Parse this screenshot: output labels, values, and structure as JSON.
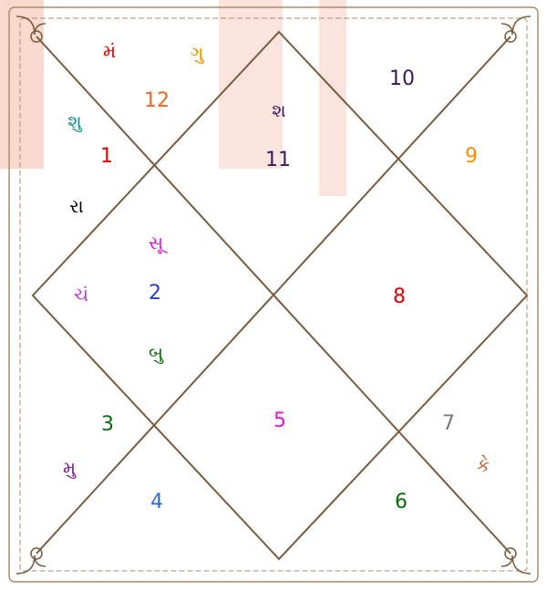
{
  "colors": {
    "line": "#7a5a3c",
    "border": "#b08a6a",
    "watermark": "#f6d2c6"
  },
  "houses": [
    {
      "id": "h1",
      "value": "1",
      "color": "#e30000"
    },
    {
      "id": "h2",
      "value": "2",
      "color": "#2a3bd1"
    },
    {
      "id": "h3",
      "value": "3",
      "color": "#0b6b0b"
    },
    {
      "id": "h4",
      "value": "4",
      "color": "#2d6bd3"
    },
    {
      "id": "h5",
      "value": "5",
      "color": "#e016d6"
    },
    {
      "id": "h6",
      "value": "6",
      "color": "#0b6b0b"
    },
    {
      "id": "h7",
      "value": "7",
      "color": "#777777"
    },
    {
      "id": "h8",
      "value": "8",
      "color": "#e30000"
    },
    {
      "id": "h9",
      "value": "9",
      "color": "#f29000"
    },
    {
      "id": "h10",
      "value": "10",
      "color": "#3a1a5a"
    },
    {
      "id": "h11",
      "value": "11",
      "color": "#3a1a5a"
    },
    {
      "id": "h12",
      "value": "12",
      "color": "#f26522"
    }
  ],
  "planets": [
    {
      "id": "p-mars",
      "label": "મં",
      "color": "#e30000"
    },
    {
      "id": "p-guru",
      "label": "ગુ",
      "color": "#f29000"
    },
    {
      "id": "p-shukra",
      "label": "શુ",
      "color": "#0f8f8f"
    },
    {
      "id": "p-rahu",
      "label": "રા",
      "color": "#000000"
    },
    {
      "id": "p-shani",
      "label": "શ",
      "color": "#3a1a5a"
    },
    {
      "id": "p-surya",
      "label": "સૂ",
      "color": "#e016d6"
    },
    {
      "id": "p-chandra",
      "label": "ચં",
      "color": "#c03ad6"
    },
    {
      "id": "p-budh",
      "label": "બુ",
      "color": "#0b6b0b"
    },
    {
      "id": "p-mu",
      "label": "મુ",
      "color": "#7a1a9a"
    },
    {
      "id": "p-ketu",
      "label": "કે",
      "color": "#c0592a"
    }
  ]
}
